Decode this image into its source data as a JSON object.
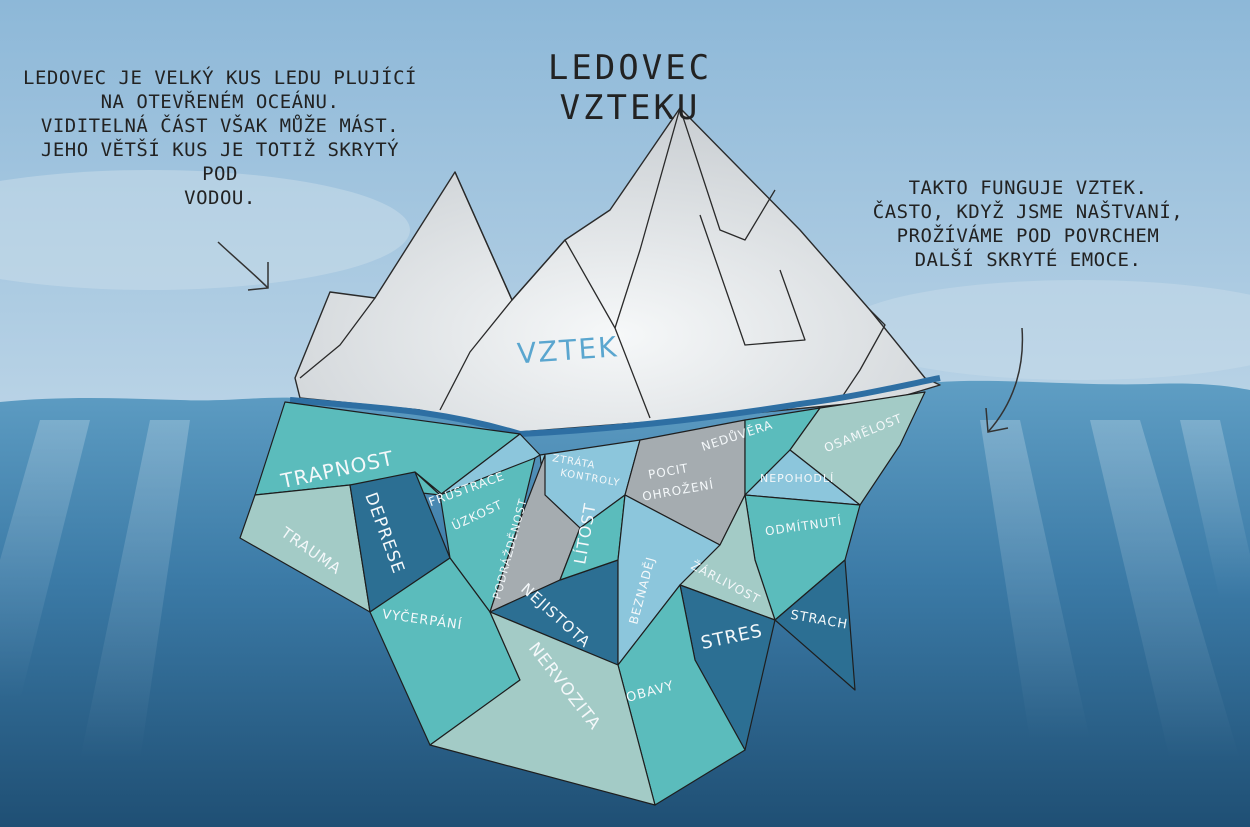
{
  "title": "LEDOVEC VZTEKU",
  "note_left": [
    "LEDOVEC JE VELKÝ KUS LEDU PLUJÍCÍ",
    "NA OTEVŘENÉM OCEÁNU.",
    "VIDITELNÁ ČÁST VŠAK MŮŽE MÁST.",
    "JEHO VĚTŠÍ KUS JE TOTIŽ SKRYTÝ POD",
    "VODOU."
  ],
  "note_right": [
    "TAKTO FUNGUJE VZTEK.",
    "ČASTO, KDYŽ JSME NAŠTVANÍ,",
    "PROŽÍVÁME POD POVRCHEM",
    "DALŠÍ SKRYTÉ EMOCE."
  ],
  "tip_label": "VZTEK",
  "emotions": {
    "trapnost": "TRAPNOST",
    "frustrace": "FRUSTRACE",
    "ztrata_kontroly_1": "ZTRÁTA",
    "ztrata_kontroly_2": "KONTROLY",
    "pocit_ohrozeni_1": "POCIT",
    "pocit_ohrozeni_2": "OHROŽENÍ",
    "neduvera": "NEDŮVĚRA",
    "osamelost": "OSAMĚLOST",
    "nepohodli": "NEPOHODLÍ",
    "deprese": "DEPRESE",
    "uzkost": "ÚZKOST",
    "podrazdenost": "PODRÁŽDĚNOST",
    "litost": "LÍTOST",
    "beznadej": "BEZNADĚJ",
    "odmitnuti": "ODMÍTNUTÍ",
    "trauma": "TRAUMA",
    "vycerpani": "VYČERPÁNÍ",
    "nejistota": "NEJISTOTA",
    "zarlivost": "ŽÁRLIVOST",
    "stres": "STRES",
    "strach": "STRACH",
    "nervozita": "NERVOZITA",
    "obavy": "OBAVY"
  },
  "colors": {
    "sky": "#9fc3dd",
    "sea": "#3f7fa8",
    "deep": "#25577c",
    "ice": "#e4e7ea",
    "teal": "#5bbcbc",
    "blue": "#2c6f93",
    "lightblue": "#8cc6dc",
    "grey": "#a5acb0",
    "pale": "#a3cbc6"
  }
}
